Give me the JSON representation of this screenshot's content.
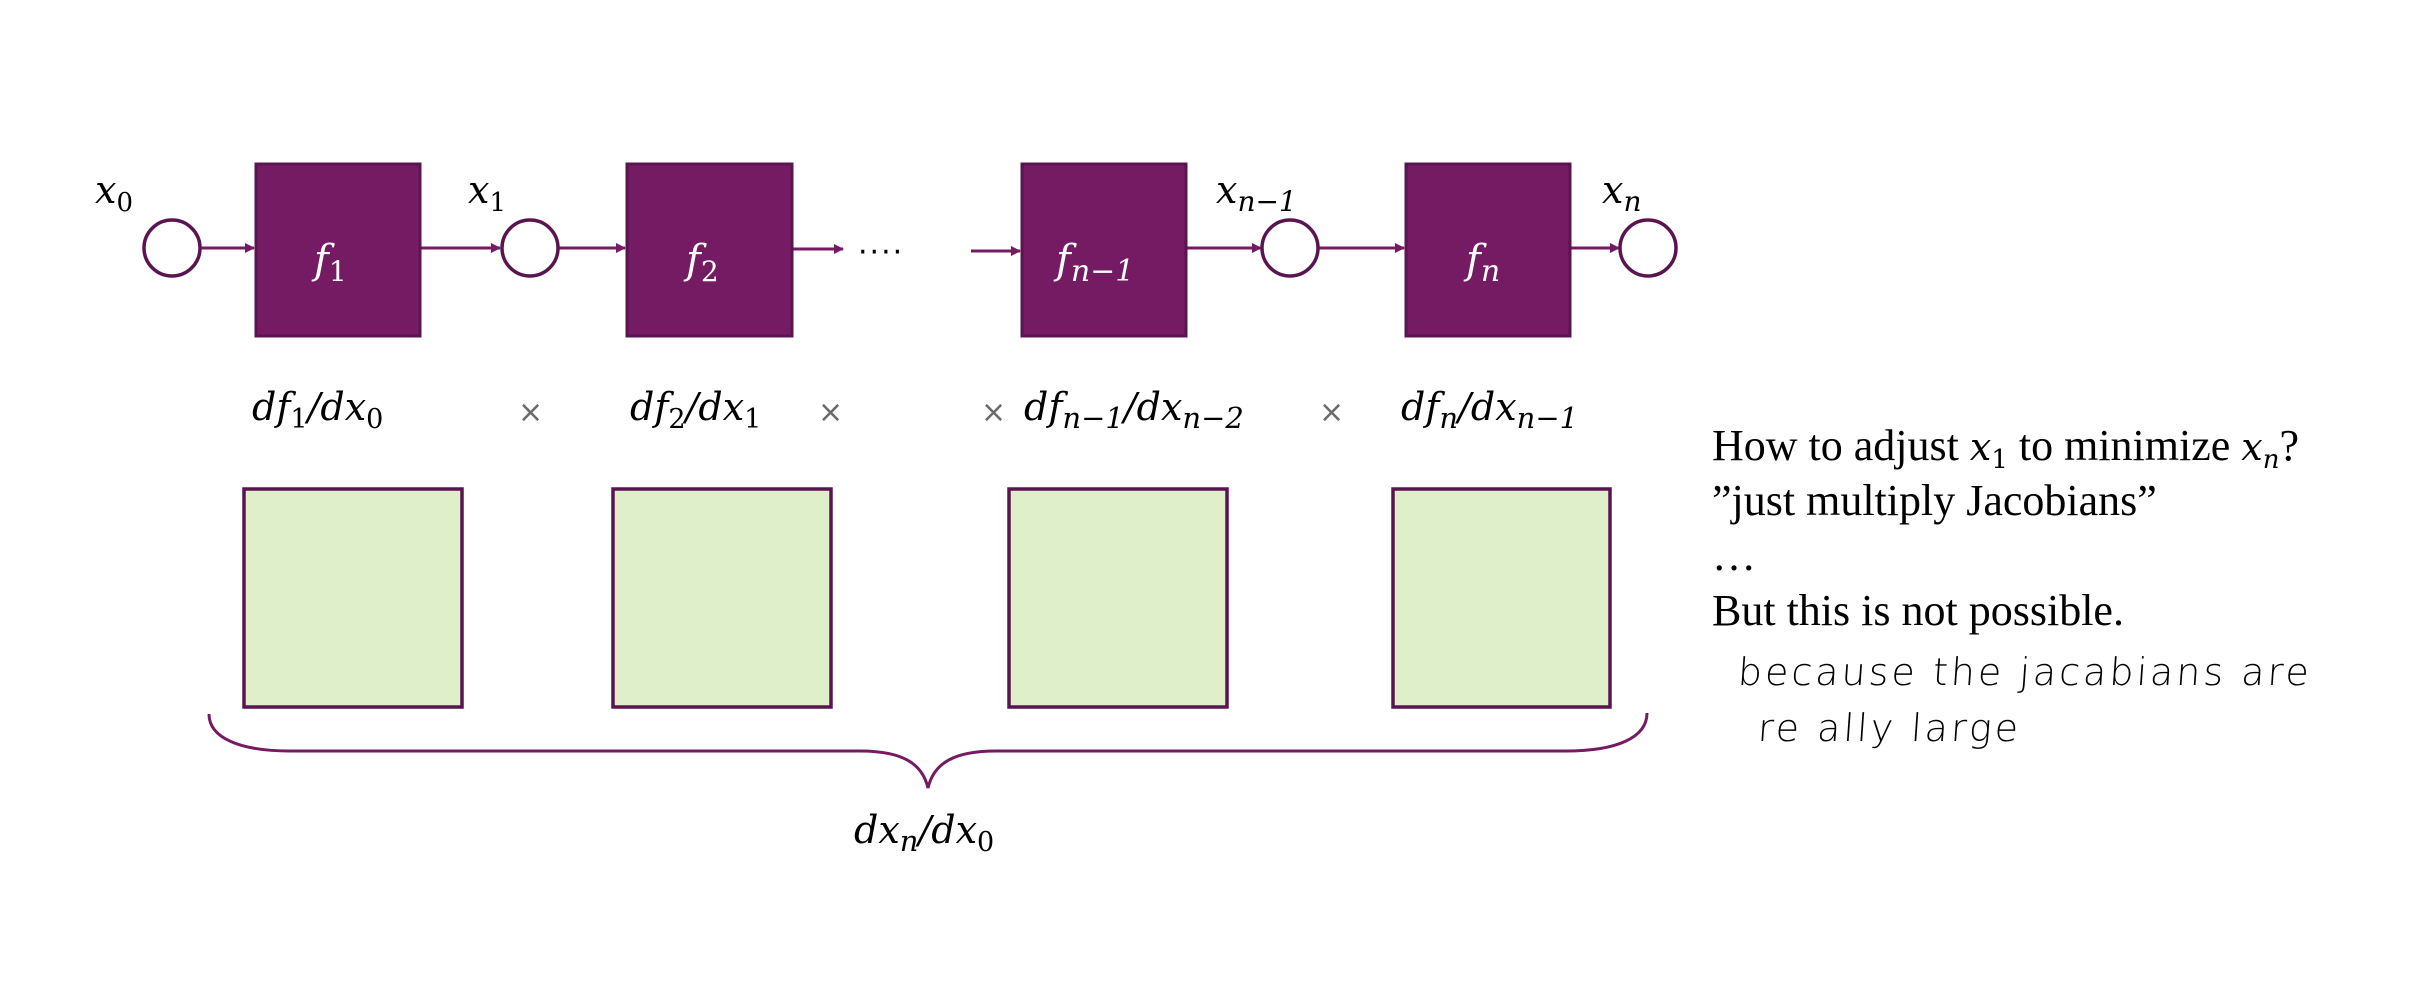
{
  "colors": {
    "function_box_fill": "#751B63",
    "function_box_border": "#5A1450",
    "jacobian_fill": "#DEEFC9",
    "jacobian_border": "#5A1450",
    "edge": "#751B63",
    "multiply_sign": "#6A6A6A"
  },
  "pipeline": {
    "nodes": [
      {
        "label": "x",
        "sub": "0"
      },
      {
        "label": "x",
        "sub": "1"
      },
      {
        "label": "x",
        "sub": "n−1"
      },
      {
        "label": "x",
        "sub": "n"
      }
    ],
    "functions": [
      {
        "label": "f",
        "sub": "1"
      },
      {
        "label": "f",
        "sub": "2"
      },
      {
        "label": "f",
        "sub": "n−1"
      },
      {
        "label": "f",
        "sub": "n"
      }
    ],
    "ellipsis": "····"
  },
  "jacobians": {
    "labels": [
      {
        "num": "f",
        "num_sub": "1",
        "den": "x",
        "den_sub": "0"
      },
      {
        "num": "f",
        "num_sub": "2",
        "den": "x",
        "den_sub": "1"
      },
      {
        "num": "f",
        "num_sub": "n−1",
        "den": "x",
        "den_sub": "n−2"
      },
      {
        "num": "f",
        "num_sub": "n",
        "den": "x",
        "den_sub": "n−1"
      }
    ],
    "multiply_symbol": "×",
    "product_label": {
      "num": "x",
      "num_sub": "n",
      "den": "x",
      "den_sub": "0"
    }
  },
  "notes": {
    "line1_pre": "How to adjust ",
    "line1_var1": "x",
    "line1_var1_sub": "1",
    "line1_mid": " to minimize ",
    "line1_var2": "x",
    "line1_var2_sub": "n",
    "line1_post": "?",
    "line2": "”just multiply Jacobians”",
    "line3": "…",
    "line4": "But this is not possible.",
    "handwritten_line1": "because  the jacabians  are",
    "handwritten_line2": "re ally  large"
  }
}
